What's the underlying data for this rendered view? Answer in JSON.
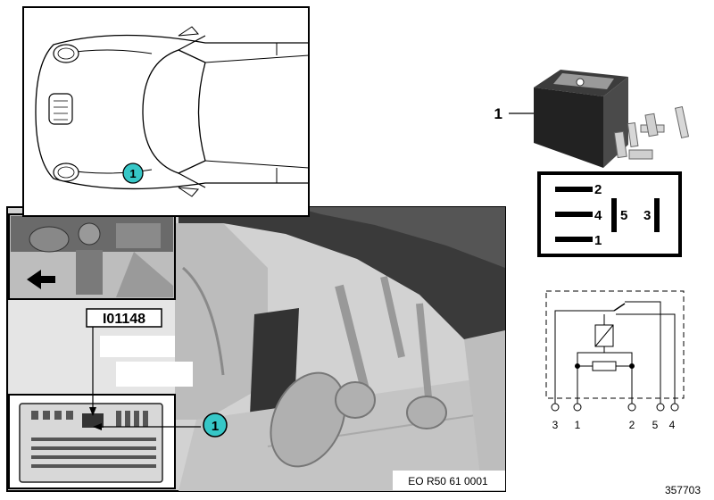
{
  "car_view": {
    "callout": "1"
  },
  "interior_view": {
    "part_code": "I01148",
    "callout": "1",
    "footer_code": "EO R50 61 0001"
  },
  "relay": {
    "callout": "1",
    "pin_labels": {
      "p2": "2",
      "p4": "4",
      "p5": "5",
      "p3": "3",
      "p1": "1"
    }
  },
  "circuit": {
    "terminals": [
      "3",
      "1",
      "2",
      "5",
      "4"
    ]
  },
  "figure_number": "357703",
  "colors": {
    "callout_fill": "#36c7c7",
    "interior_bg": "#cfcfcf",
    "line": "#000000"
  }
}
